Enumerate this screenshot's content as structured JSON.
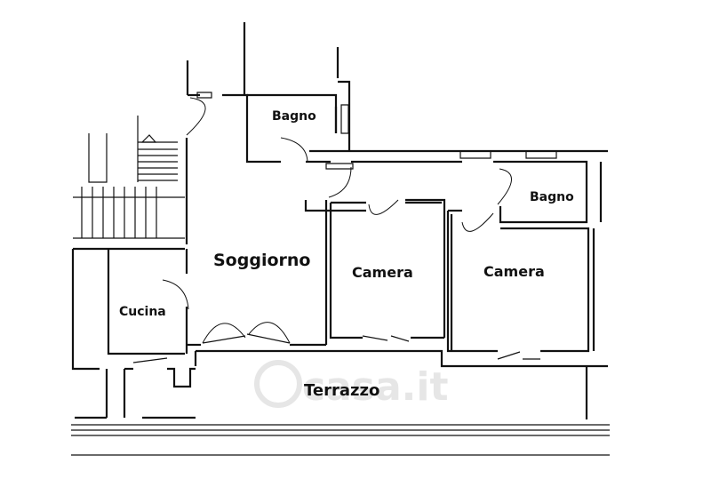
{
  "rooms": {
    "soggiorno": "Soggiorno",
    "cucina": "Cucina",
    "bagno_1": "Bagno",
    "bagno_2": "Bagno",
    "camera_1": "Camera",
    "camera_2": "Camera",
    "terrazzo": "Terrazzo"
  },
  "watermark": "casa.it"
}
